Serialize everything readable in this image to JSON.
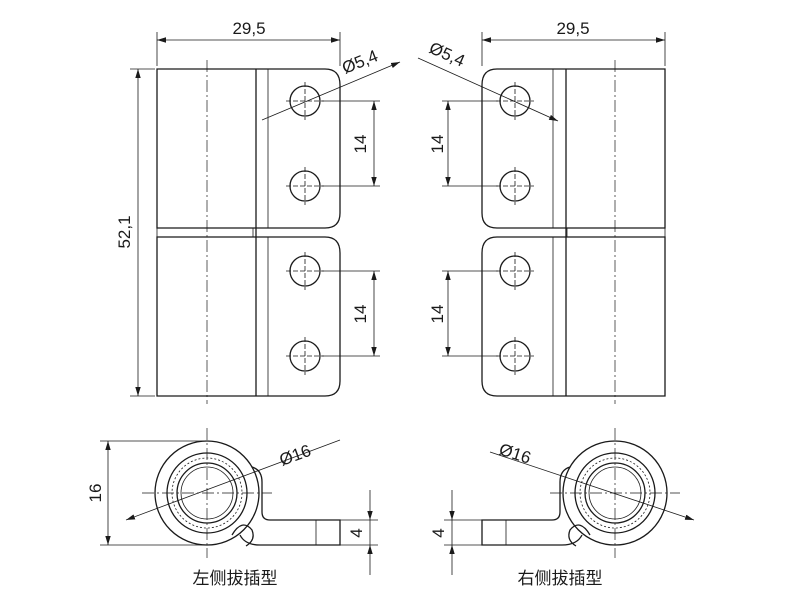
{
  "left_hinge": {
    "width_dim": "29,5",
    "height_dim": "52,1",
    "hole_dim": "Ø5,4",
    "spacing_top": "14",
    "spacing_bottom": "14",
    "section_diameter": "Ø16",
    "section_height": "16",
    "leaf_thickness": "4",
    "caption": "左侧拔插型"
  },
  "right_hinge": {
    "width_dim": "29,5",
    "hole_dim": "Ø5,4",
    "spacing_top": "14",
    "spacing_bottom": "14",
    "section_diameter": "Ø16",
    "leaf_thickness": "4",
    "caption": "右侧拔插型"
  }
}
